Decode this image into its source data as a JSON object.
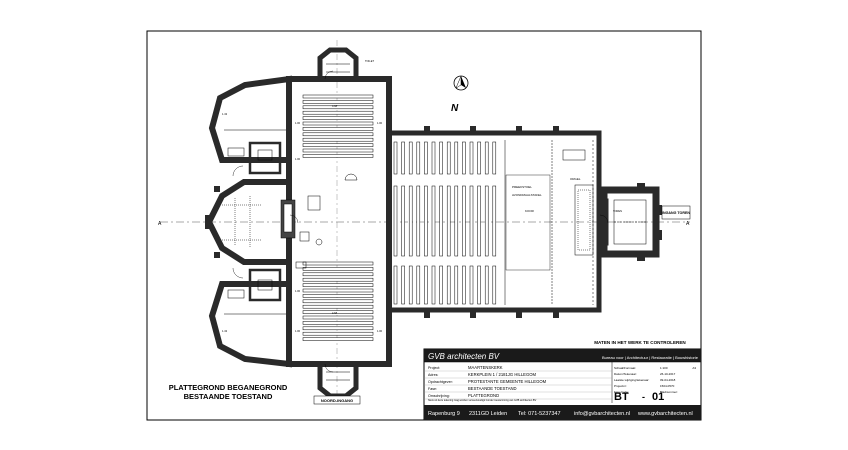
{
  "drawing": {
    "north_label": "N",
    "side_label_left": "A",
    "side_label_right": "A",
    "title_line1": "PLATTEGROND BEGANEGROND",
    "title_line2": "BESTAANDE TOESTAND",
    "note_verify": "MATEN IN HET WERK TE CONTROLEREN",
    "label_bottom_entrance": "NOORD-INGANG",
    "label_right_entrance": "INGANG TOREN"
  },
  "titleblock": {
    "firm": "GVB architecten BV",
    "tagline": "Bureau voor | Architectuur | Restauratie | Bouwhistorie",
    "rows": [
      {
        "label": "Project:",
        "value": "MAARTENSKERK"
      },
      {
        "label": "Adres:",
        "value": "KERKPLEIN 1 / 2181JG HILLEGOM"
      },
      {
        "label": "Opdrachtgever:",
        "value": "PROTESTANTE GEMEENTE HILLEGOM"
      },
      {
        "label": "Fase:",
        "value": "BESTAANDE TOESTAND"
      },
      {
        "label": "Omschrijving:",
        "value": "PLATTEGROND"
      }
    ],
    "right_rows": [
      {
        "label": "Schaal/Formaat:",
        "value": "1:100",
        "extra": "A3"
      },
      {
        "label": "Datum/Tekenaar:",
        "value": "26-10-2017"
      },
      {
        "label": "Laatste wijziging/tekenaar:",
        "value": "09-04-2018"
      },
      {
        "label": "Projectnr:",
        "value": "1504-0570"
      },
      {
        "label": "Fase/code:",
        "value": "Bladnummer:"
      }
    ],
    "sheet_code": "BT",
    "sheet_number": "01",
    "disclaimer": "Niets uit deze tekening mag worden verveelvoudigd zonder toestemming van GVB architecten BV",
    "footer": {
      "address": "Rapenburg 9",
      "postcode": "2311GD Leiden",
      "tel": "Tel: 071-5237347",
      "email": "info@gvbarchitecten.nl",
      "web": "www.gvbarchitecten.nl"
    }
  }
}
